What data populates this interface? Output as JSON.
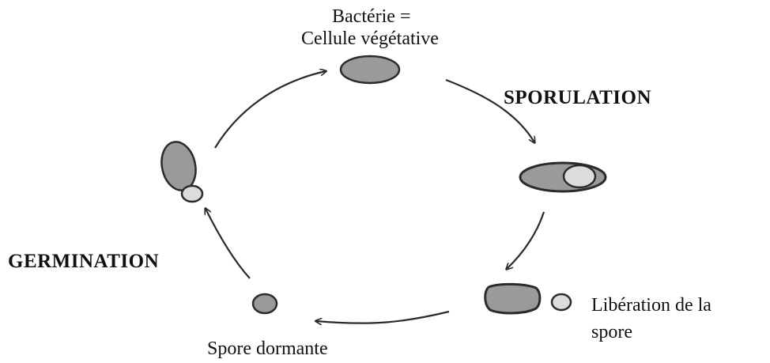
{
  "labels": {
    "top_line1": "Bactérie =",
    "top_line2": "Cellule végétative",
    "sporulation": "SPORULATION",
    "liberation_line1": "Libération de la",
    "liberation_line2": "spore",
    "dormant": "Spore dormante",
    "germination": "GERMINATION"
  },
  "colors": {
    "stroke": "#2b2b2b",
    "cell_fill": "#9a9a9a",
    "spore_fill": "#dcdcdc",
    "text": "#111111"
  }
}
